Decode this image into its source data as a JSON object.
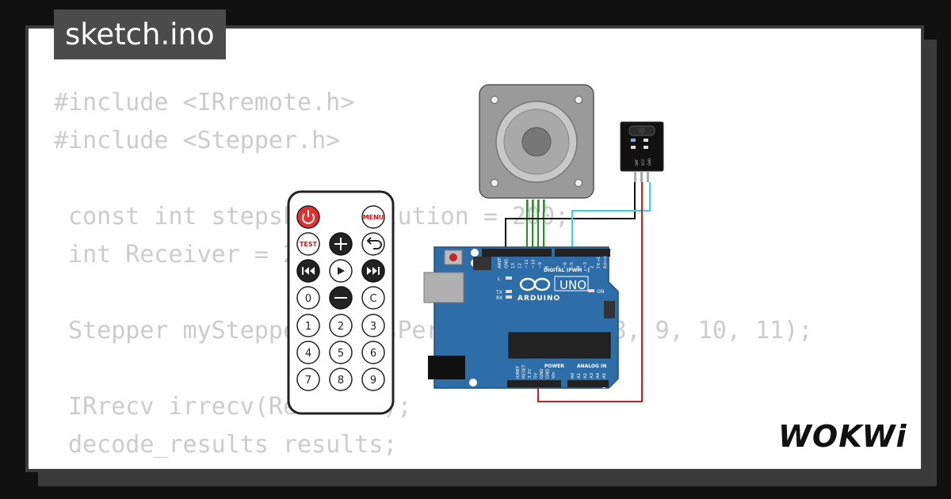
{
  "file_tab": {
    "label": "sketch.ino"
  },
  "code_lines": [
    "#include <IRremote.h>",
    "#include <Stepper.h>",
    "",
    " const int stepsPerRevolution = 200;",
    " int Receiver = 2;",
    "",
    " Stepper myStepper(stepsPerRevolution, 8, 9, 10, 11);",
    "",
    " IRrecv irrecv(Receiver);",
    " decode_results results;"
  ],
  "remote": {
    "menu_label": "MENU",
    "test_label": "TEST",
    "c_label": "C",
    "digits": [
      "0",
      "1",
      "2",
      "3",
      "4",
      "5",
      "6",
      "7",
      "8",
      "9"
    ]
  },
  "arduino": {
    "model_label": "UNO",
    "brand_label": "ARDUINO",
    "digital_label": "DIGITAL (PWM ~)",
    "power_label": "POWER",
    "analog_label": "ANALOG IN",
    "on_label": "ON",
    "led_labels": [
      "L",
      "TX",
      "RX"
    ],
    "top_pins": [
      "AREF",
      "GND",
      "13",
      "12",
      "~11",
      "~10",
      "~9",
      "8",
      "7",
      "~6",
      "~5",
      "4",
      "~3",
      "2",
      "TX→1",
      "RX←0"
    ],
    "power_pins": [
      "IOREF",
      "RESET",
      "3.3V",
      "5V",
      "GND",
      "GND",
      "Vin"
    ],
    "analog_pins": [
      "A0",
      "A1",
      "A2",
      "A3",
      "A4",
      "A5"
    ]
  },
  "ir_receiver": {
    "pin_labels": [
      "DAT",
      "VCC",
      "GND"
    ]
  },
  "brand": {
    "logo": "WOKWi"
  },
  "colors": {
    "background": "#111111",
    "card": "#ffffff",
    "tab": "#4b4b4b",
    "code_text": "#cccccc",
    "arduino_board": "#2d6ea8",
    "wire_black": "#111111",
    "wire_green": "#1a9a1a",
    "wire_red": "#d81818",
    "wire_cyan": "#2bd9e8"
  }
}
